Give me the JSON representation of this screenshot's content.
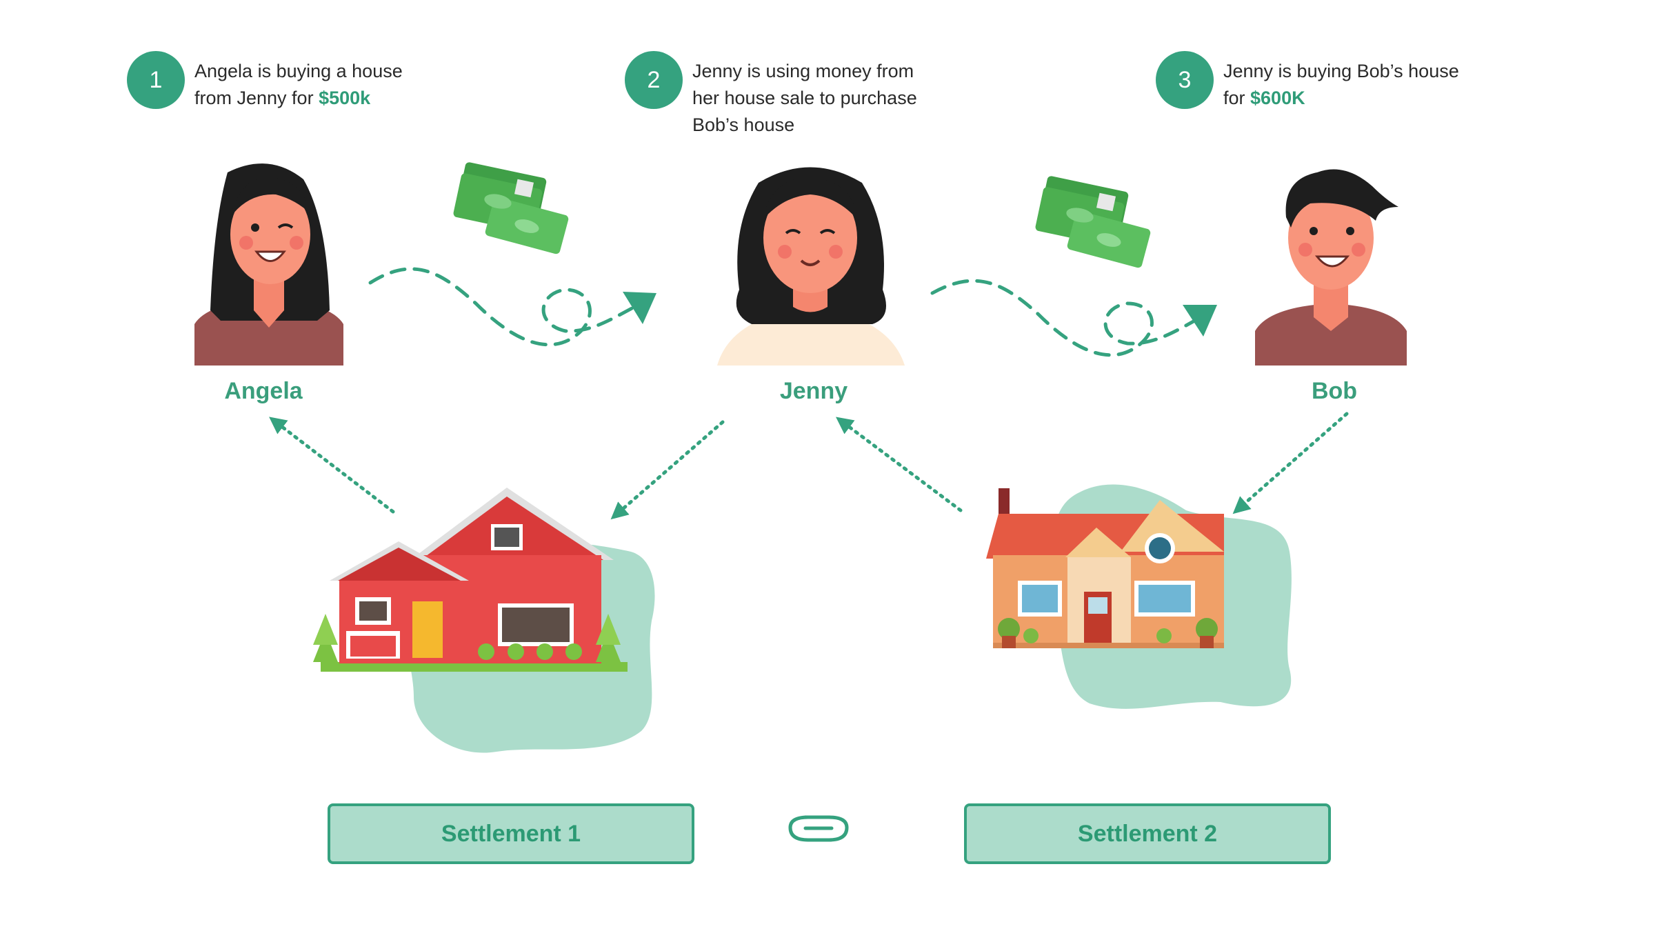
{
  "steps": [
    {
      "num": "1",
      "line1": "Angela is buying a house",
      "line2_prefix": "from Jenny for ",
      "amount": "$500k"
    },
    {
      "num": "2",
      "line1": "Jenny is using money from",
      "line2": "her house sale to purchase",
      "line3": "Bob’s house"
    },
    {
      "num": "3",
      "line1": "Jenny is buying Bob’s house",
      "line2_prefix": "for ",
      "amount": "$600K"
    }
  ],
  "people": {
    "angela": "Angela",
    "jenny": "Jenny",
    "bob": "Bob"
  },
  "settlements": {
    "first": "Settlement 1",
    "second": "Settlement 2"
  },
  "colors": {
    "accent": "#35a27f",
    "blob": "#acdccb",
    "money": "#4caf50",
    "red_house": "#e53935",
    "orange_house": "#f0a068"
  }
}
